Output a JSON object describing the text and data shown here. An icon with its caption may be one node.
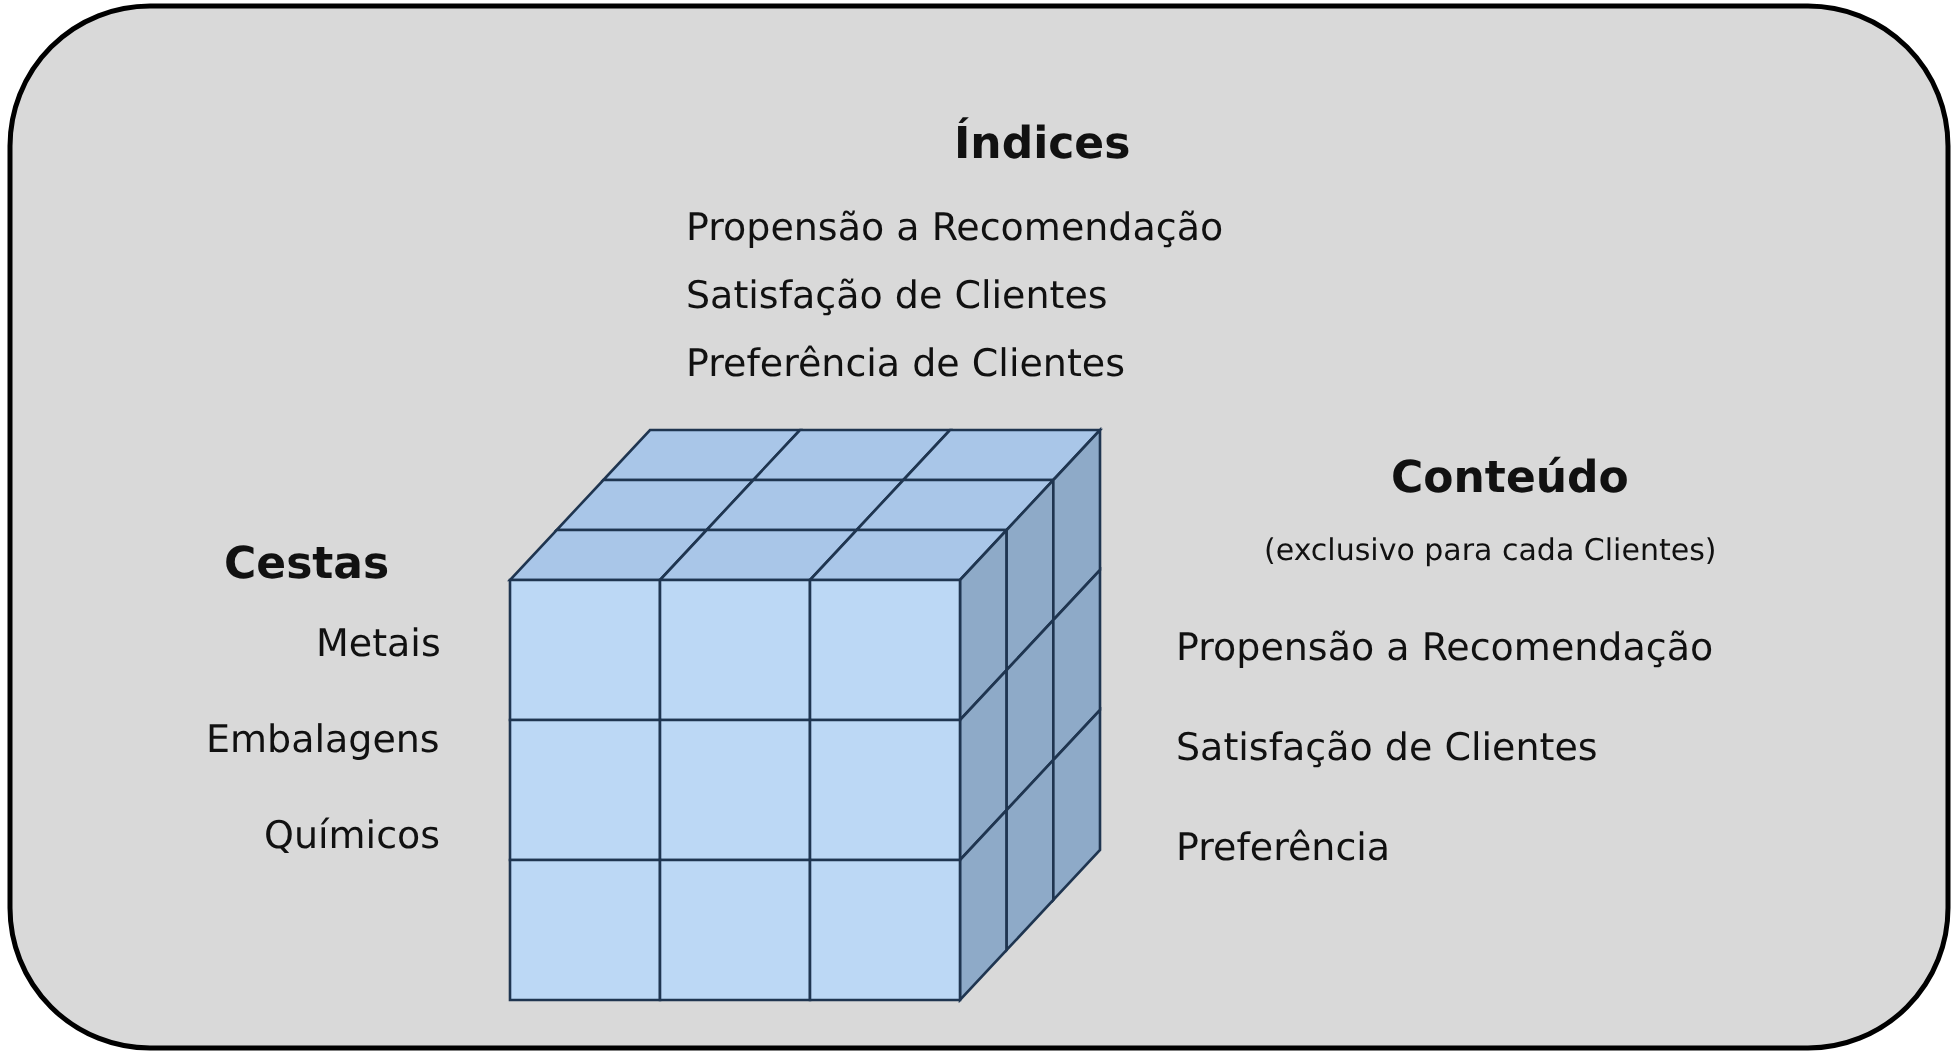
{
  "diagram": {
    "labels": [
      "Índices",
      "Propensão a Recomendação",
      "Satisfação de Clientes",
      "Preferência de Clientes",
      "Cestas",
      "Metais",
      "Embalagens",
      "Químicos",
      "Conteúdo",
      "(exclusivo para cada Clientes)",
      "Propensão a Recomendação",
      "Satisfação de Clientes",
      "Preferência"
    ]
  }
}
